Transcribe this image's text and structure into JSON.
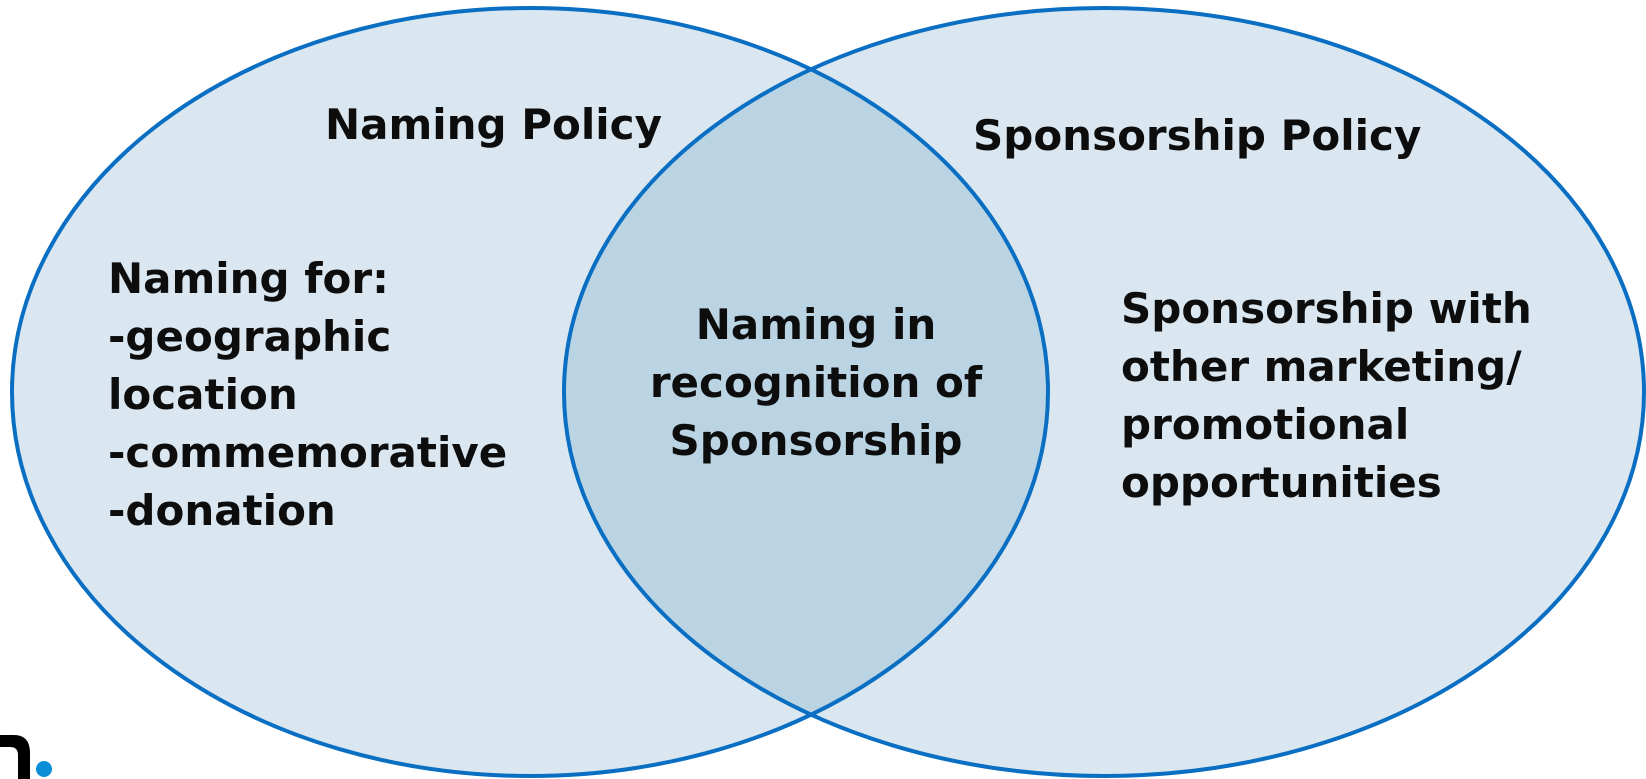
{
  "diagram": {
    "left_set": {
      "title": "Naming Policy",
      "lines": [
        "Naming for:",
        "-geographic",
        "location",
        "-commemorative",
        "-donation"
      ]
    },
    "right_set": {
      "title": "Sponsorship Policy",
      "lines": [
        "Sponsorship with",
        "other marketing/",
        "promotional",
        "opportunities"
      ]
    },
    "intersection": {
      "lines": [
        "Naming in",
        "recognition of",
        "Sponsorship"
      ]
    }
  },
  "colors": {
    "circle_fill": "#dae7f1",
    "overlap_fill": "#bad4e4",
    "circle_stroke": "#0a6fc2",
    "text": "#0d0d0d",
    "corner_mark": "#000000",
    "corner_dot": "#0a8fd6"
  }
}
